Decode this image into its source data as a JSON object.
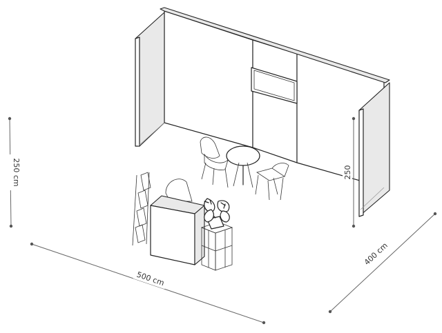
{
  "dimensions": {
    "height_label": "250 cm",
    "width_label": "500 cm",
    "depth_label": "400 cm",
    "wall_height_label": "250"
  },
  "colors": {
    "line": "#222222",
    "dimension": "#666666"
  }
}
